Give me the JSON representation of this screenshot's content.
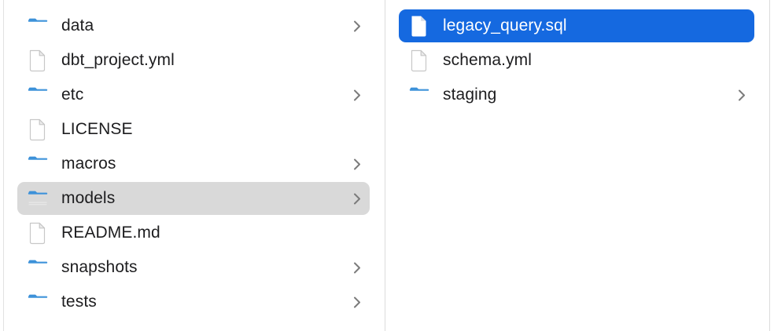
{
  "window": {
    "app": "Finder",
    "view": "column-view"
  },
  "colors": {
    "selection_blue": "#1569e0",
    "selection_gray": "#d9d9d9",
    "divider": "#dcdcdc",
    "text": "#1d1d1f",
    "text_selected": "#ffffff",
    "chevron": "#7b7b7b",
    "folder_blue": "#64b2ec"
  },
  "columns": [
    {
      "name": "parent-directory",
      "items": [
        {
          "label": "data",
          "type": "folder",
          "has_chevron": true,
          "selected": false
        },
        {
          "label": "dbt_project.yml",
          "type": "file",
          "has_chevron": false,
          "selected": false
        },
        {
          "label": "etc",
          "type": "folder",
          "has_chevron": true,
          "selected": false
        },
        {
          "label": "LICENSE",
          "type": "file",
          "has_chevron": false,
          "selected": false
        },
        {
          "label": "macros",
          "type": "folder",
          "has_chevron": true,
          "selected": false
        },
        {
          "label": "models",
          "type": "folder",
          "has_chevron": true,
          "selected": true,
          "selection_style": "gray"
        },
        {
          "label": "README.md",
          "type": "file",
          "has_chevron": false,
          "selected": false
        },
        {
          "label": "snapshots",
          "type": "folder",
          "has_chevron": true,
          "selected": false
        },
        {
          "label": "tests",
          "type": "folder",
          "has_chevron": true,
          "selected": false
        }
      ]
    },
    {
      "name": "models-contents",
      "items": [
        {
          "label": "legacy_query.sql",
          "type": "file",
          "has_chevron": false,
          "selected": true,
          "selection_style": "blue"
        },
        {
          "label": "schema.yml",
          "type": "file",
          "has_chevron": false,
          "selected": false
        },
        {
          "label": "staging",
          "type": "folder",
          "has_chevron": true,
          "selected": false
        }
      ]
    }
  ]
}
